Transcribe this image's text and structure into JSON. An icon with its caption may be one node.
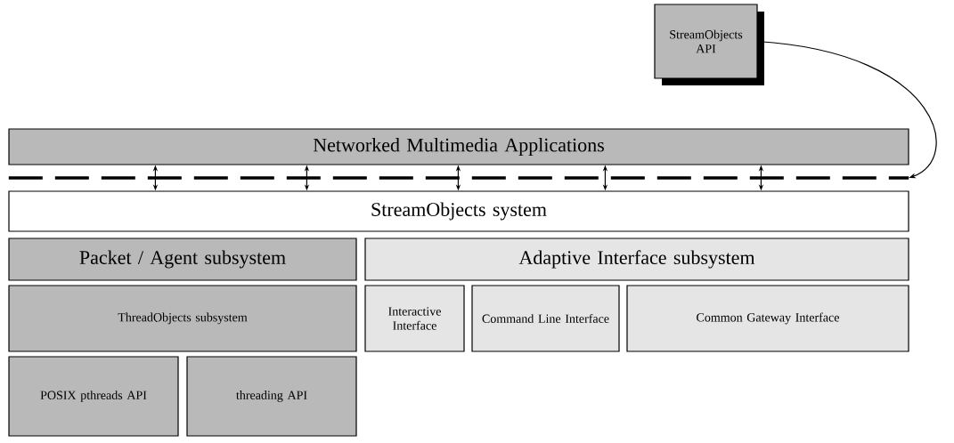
{
  "diagram": {
    "nodes": [
      {
        "text": [
          "StreamObjects API"
        ]
      },
      {
        "text": [
          "Networked Multimedia Applications"
        ]
      },
      {
        "text": [],
        "shape": "line"
      },
      {
        "text": [
          "StreamObjects system"
        ]
      },
      {
        "text": [
          "Packet / Agent subsystem"
        ]
      },
      {
        "text": [
          "Adaptive Interface subsystem"
        ]
      },
      {
        "text": [
          "ThreadObjects subsystem"
        ]
      },
      {
        "text": [
          "Interactive Interface"
        ]
      },
      {
        "text": [
          "Command Line Interface"
        ]
      },
      {
        "text": [
          "Common Gateway Interface"
        ]
      },
      {
        "text": [
          "POSIX pthreads API"
        ]
      },
      {
        "text": [
          "threading API"
        ]
      }
    ],
    "edges": [
      {
        "from": 0,
        "to": 2,
        "arrow": "to"
      },
      {
        "from": 1,
        "to": 3,
        "arrow": "both"
      },
      {
        "from": 1,
        "to": 3,
        "arrow": "both"
      },
      {
        "from": 1,
        "to": 3,
        "arrow": "both"
      },
      {
        "from": 1,
        "to": 3,
        "arrow": "both"
      },
      {
        "from": 1,
        "to": 3,
        "arrow": "both"
      }
    ]
  }
}
